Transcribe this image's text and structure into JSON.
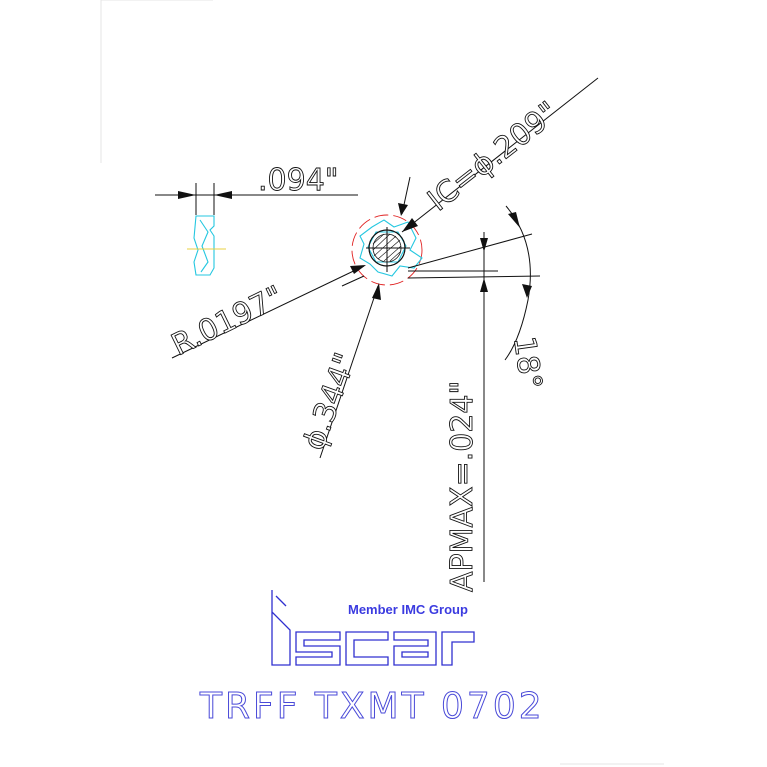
{
  "dimensions": {
    "width_label": ".094\"",
    "ic_label": "IC=ϕ.209\"",
    "radius_label": "R.0197\"",
    "diameter_label": "ϕ.344\"",
    "apmax_label": "APMAX=.024\"",
    "angle_label": "18°"
  },
  "brand": {
    "tagline": "Member IMC Group",
    "logo_text": "iscar"
  },
  "model": "TRFF  TXMT  0702",
  "colors": {
    "line": "#111111",
    "insert_outline": "#24c7e0",
    "construction": "#e02020",
    "brand": "#3030d0"
  }
}
